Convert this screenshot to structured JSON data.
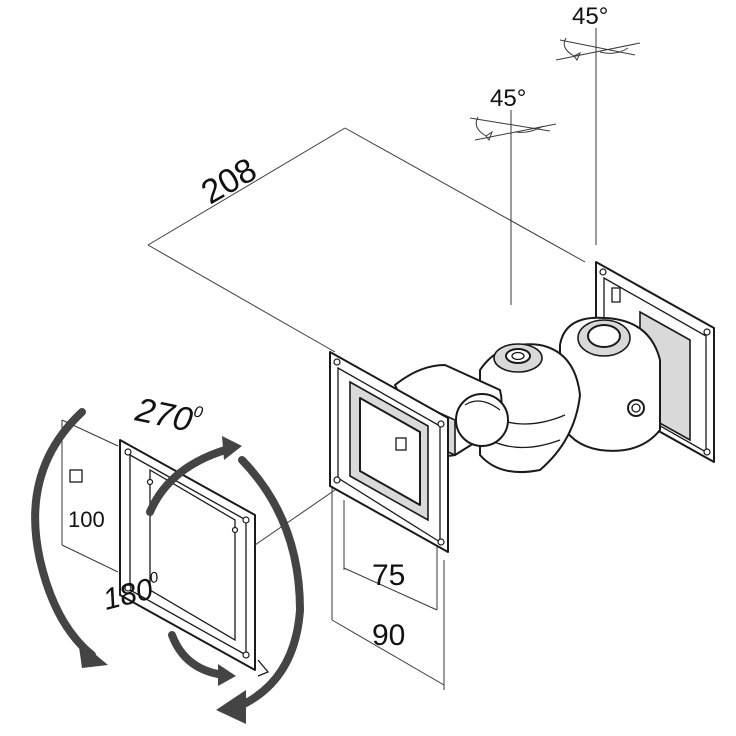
{
  "dimensions": {
    "width_label": "208",
    "small_square_label": "75",
    "large_square_label": "90",
    "alt_pattern_label": "100"
  },
  "angles": {
    "upper_swivel": "45°",
    "lower_swivel": "45°",
    "rotation": "270",
    "rotation_degree_mark": "0",
    "tilt": "180",
    "tilt_degree_mark": "0"
  },
  "colors": {
    "line": "#1a1a1a",
    "arrow": "#444444",
    "shade": "#d9d9d9"
  }
}
